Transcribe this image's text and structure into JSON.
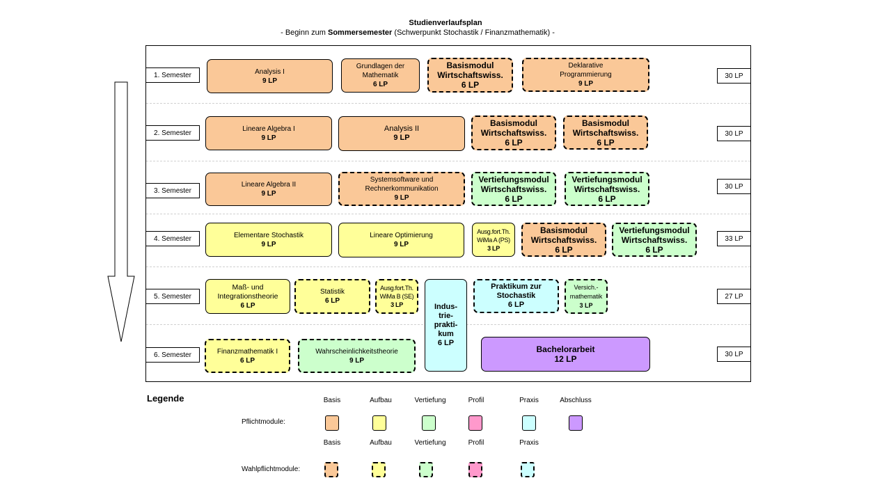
{
  "header": {
    "title": "Studienverlaufsplan",
    "sub_pre": "- Beginn zum ",
    "sub_bold": "Sommersemester",
    "sub_post": " (Schwerpunkt Stochastik / Finanzmathematik) -"
  },
  "semesters": [
    {
      "label": "1. Semester",
      "lp": "30 LP"
    },
    {
      "label": "2. Semester",
      "lp": "30 LP"
    },
    {
      "label": "3. Semester",
      "lp": "30 LP"
    },
    {
      "label": "4. Semester",
      "lp": "33 LP"
    },
    {
      "label": "5. Semester",
      "lp": "27 LP"
    },
    {
      "label": "6. Semester",
      "lp": "30 LP"
    }
  ],
  "modules": {
    "analysis1": {
      "name": "Analysis I",
      "credits": "9 LP"
    },
    "grundlagen": {
      "name": "Grundlagen der\nMathematik",
      "credits": "6 LP"
    },
    "basis_ww_1": {
      "name": "Basismodul\nWirtschaftswiss.",
      "credits": "6 LP"
    },
    "deklarativ": {
      "name": "Deklarative\nProgrammierung",
      "credits": "9 LP"
    },
    "lina1": {
      "name": "Lineare Algebra I",
      "credits": "9 LP"
    },
    "analysis2": {
      "name": "Analysis  II",
      "credits": "9 LP"
    },
    "basis_ww_2a": {
      "name": "Basismodul\nWirtschaftswiss.",
      "credits": "6 LP"
    },
    "basis_ww_2b": {
      "name": "Basismodul\nWirtschaftswiss.",
      "credits": "6 LP"
    },
    "lina2": {
      "name": "Lineare Algebra II",
      "credits": "9 LP"
    },
    "systemsoftware": {
      "name": "Systemsoftware und\nRechnerkommunikation",
      "credits": "9 LP"
    },
    "vert_ww_3a": {
      "name": "Vertiefungsmodul\nWirtschaftswiss.",
      "credits": "6 LP"
    },
    "vert_ww_3b": {
      "name": "Vertiefungsmodul\nWirtschaftswiss.",
      "credits": "6 LP"
    },
    "elem_stoch": {
      "name": "Elementare Stochastik",
      "credits": "9 LP"
    },
    "lin_opt": {
      "name": "Lineare Optimierung",
      "credits": "9 LP"
    },
    "wima_a": {
      "name": "Ausg.fort.Th.\nWiMa A (PS)",
      "credits": "3 LP"
    },
    "basis_ww_4": {
      "name": "Basismodul\nWirtschaftswiss.",
      "credits": "6 LP"
    },
    "vert_ww_4": {
      "name": "Vertiefungsmodul\nWirtschaftswiss.",
      "credits": "6 LP"
    },
    "mass": {
      "name": "Maß- und\nIntegrationstheorie",
      "credits": "6 LP"
    },
    "statistik": {
      "name": "Statistik",
      "credits": "6 LP"
    },
    "wima_b": {
      "name": "Ausg.fort.Th.\nWiMa B (SE)",
      "credits": "3 LP"
    },
    "industrie": {
      "name": "Indus-\ntrie-\nprakti-\nkum",
      "credits": "6 LP"
    },
    "praktikum": {
      "name": "Praktikum zur\nStochastik",
      "credits": "6 LP"
    },
    "versich": {
      "name": "Versich.-\nmathematik",
      "credits": "3 LP"
    },
    "finanz": {
      "name": "Finanzmathematik I",
      "credits": "6 LP"
    },
    "wahrsch": {
      "name": "Wahrscheinlichkeitstheorie",
      "credits": "9 LP"
    },
    "bachelor": {
      "name": "Bachelorarbeit",
      "credits": "12 LP"
    }
  },
  "legend": {
    "title": "Legende",
    "row1_label": "Pflichtmodule:",
    "row2_label": "Wahlpflichtmodule:",
    "cols1": [
      "Basis",
      "Aufbau",
      "Vertiefung",
      "Profil",
      "Praxis",
      "Abschluss"
    ],
    "cols2": [
      "Basis",
      "Aufbau",
      "Vertiefung",
      "Profil",
      "Praxis"
    ]
  },
  "colors": {
    "basis": "#fac898",
    "aufbau": "#ffff99",
    "vertiefung": "#ccffcc",
    "profil": "#ff99cc",
    "praxis": "#ccffff",
    "abschluss": "#cc99ff"
  }
}
